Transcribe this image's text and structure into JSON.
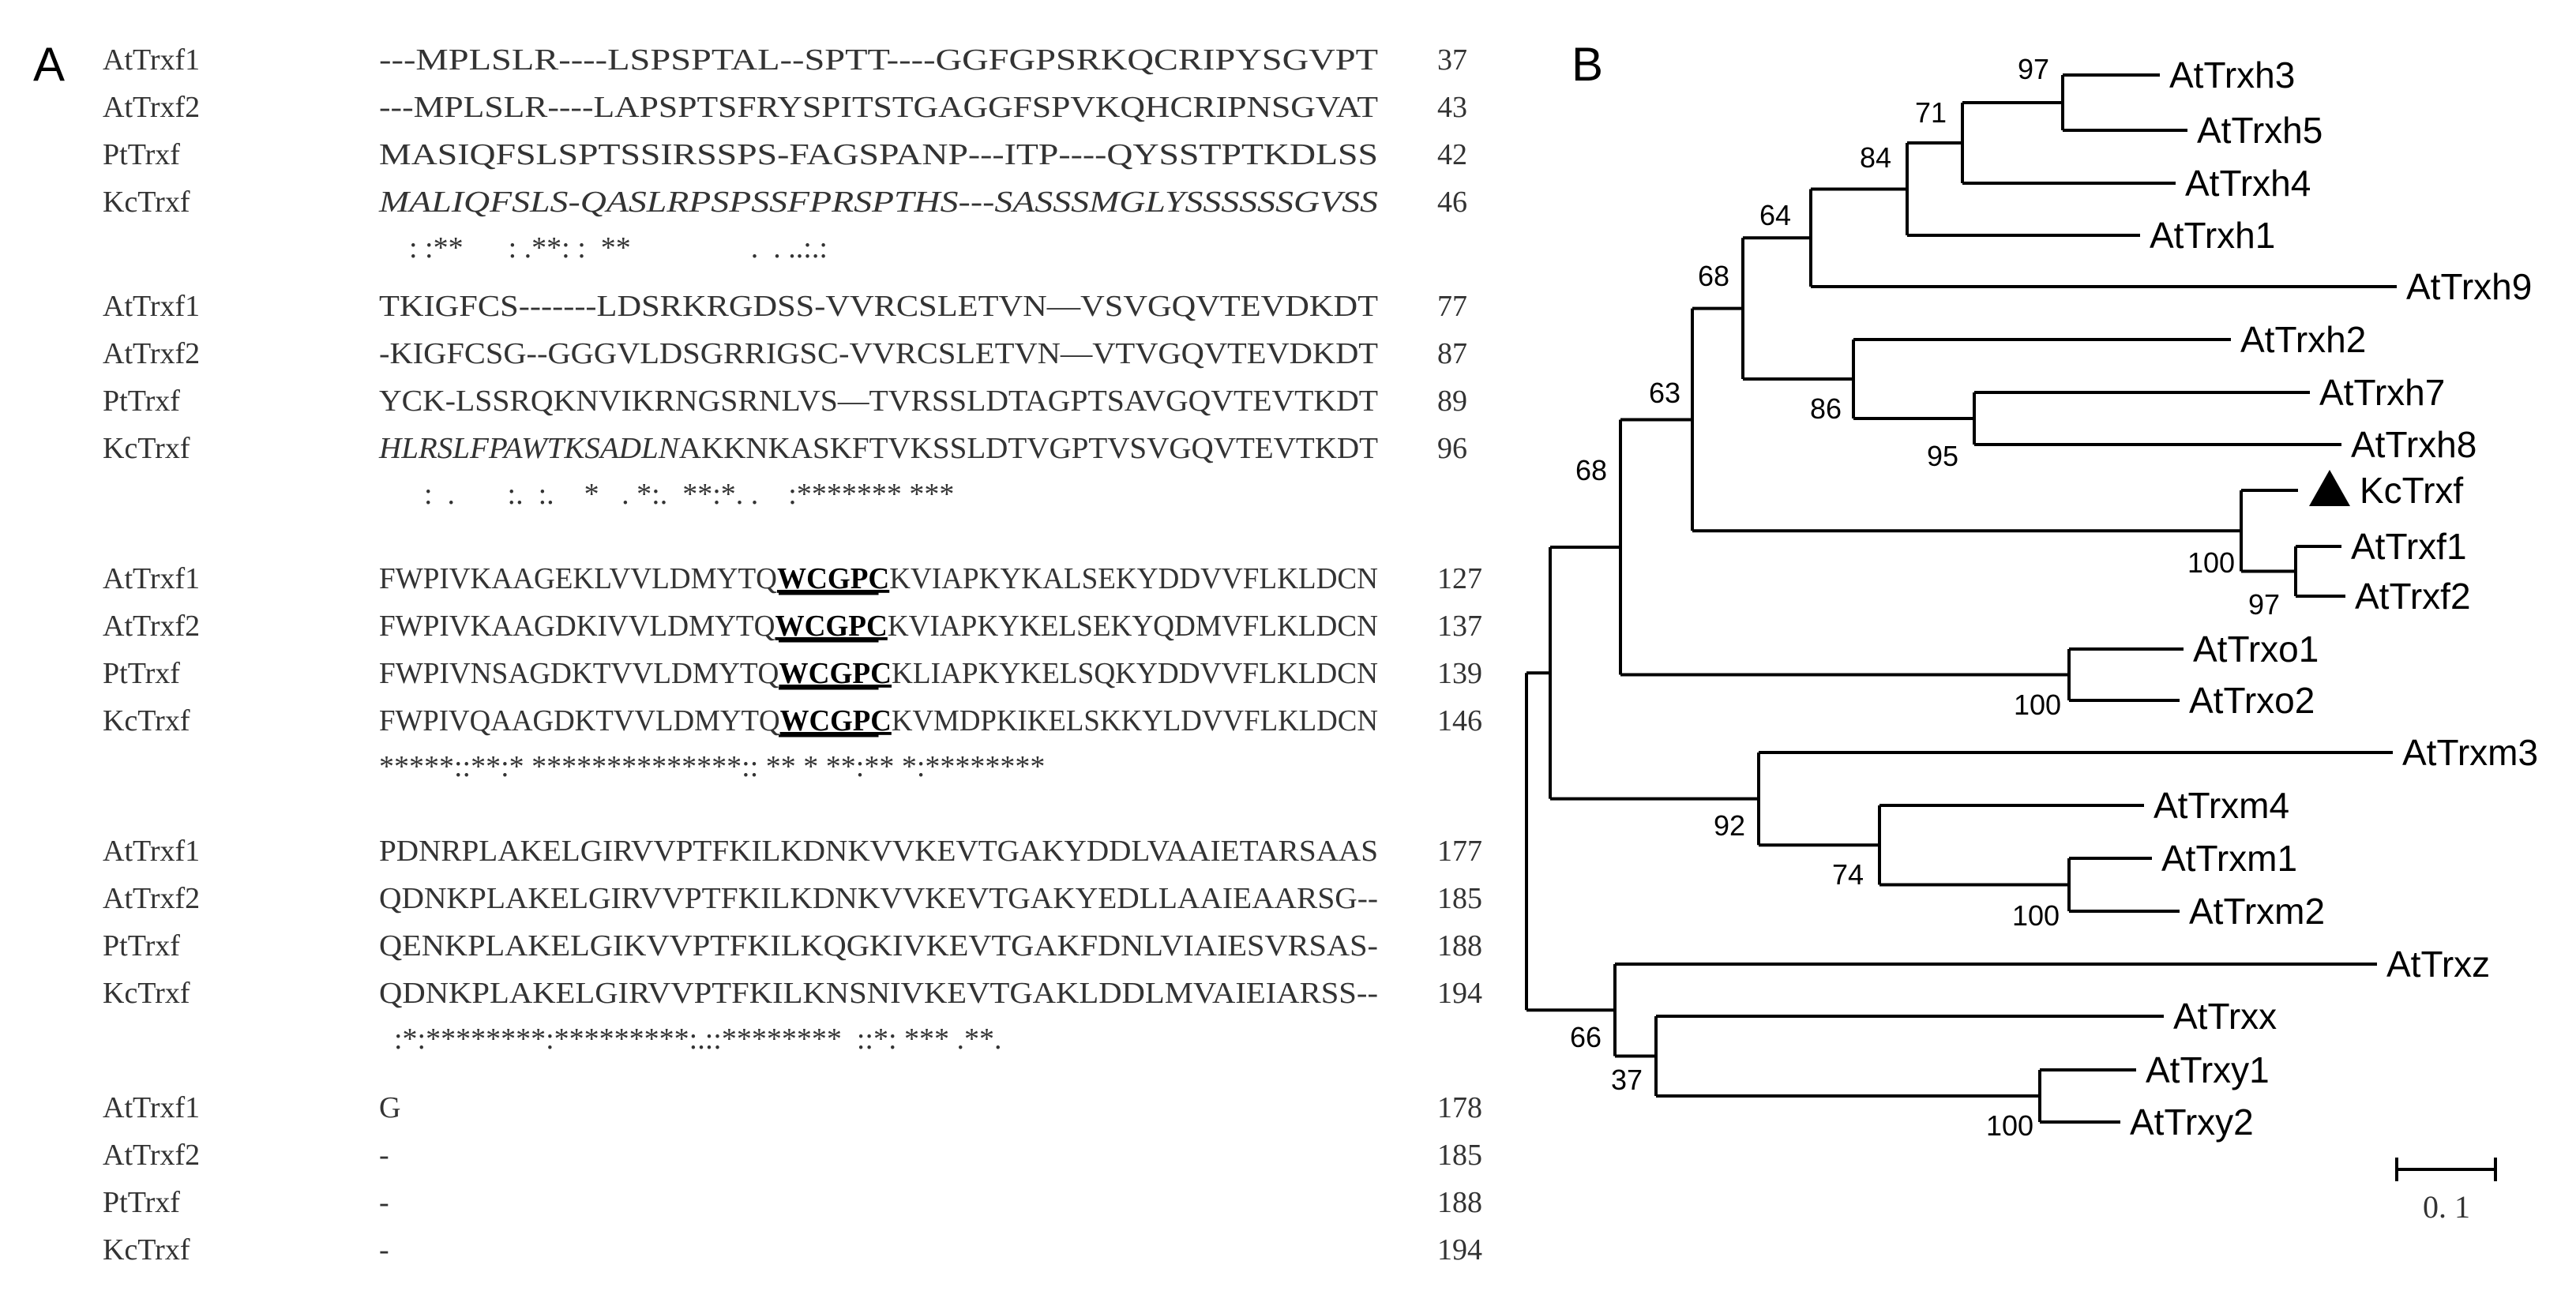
{
  "panel_a": {
    "letter": "A",
    "blocks": [
      {
        "rows": [
          {
            "name": "AtTrxf1",
            "seq": "---MPLSLR----LSPSPTAL--SPTT----GGFGPSRKQCRIPYSGVPT",
            "num": "37"
          },
          {
            "name": "AtTrxf2",
            "seq": "---MPLSLR----LAPSPTSFRYSPITSTGAGGFSPVKQHCRIPNSGVAT",
            "num": "43"
          },
          {
            "name": "PtTrxf",
            "seq": "MASIQFSLSPTSSIRSSPS-FAGSPANP---ITP----QYSSTPTKDLSS",
            "num": "42"
          },
          {
            "name": "KcTrxf",
            "seq": "MALIQFSLS-QASLRPSPSSFPRSPTHS---SASSSMGLYSSSSSSGVSS",
            "num": "46",
            "italic_all": true
          }
        ],
        "consensus": "    : :**      : .**: :  **                .  . ..:.:"
      },
      {
        "rows": [
          {
            "name": "AtTrxf1",
            "seq": "TKIGFCS-------LDSRKRGDSS-VVRCSLETVN—VSVGQVTEVDKDT",
            "num": "77"
          },
          {
            "name": "AtTrxf2",
            "seq": "-KIGFCSG--GGGVLDSGRRIGSC-VVRCSLETVN—VTVGQVTEVDKDT",
            "num": "87"
          },
          {
            "name": "PtTrxf",
            "seq": "YCK-LSSRQKNVIKRNGSRNLVS—TVRSSLDTAGPTSAVGQVTEVTKDT",
            "num": "89"
          },
          {
            "name": "KcTrxf",
            "seq": "HLRSLFPAWTKSADLNAKKNKASKFTVKSSLDTVGPTVSVGQVTEVTKDT",
            "num": "96",
            "italic_prefix": 16
          }
        ],
        "consensus": "      :  .       :.  :.    *   . *:.  **:*. .    :******* ***"
      },
      {
        "rows": [
          {
            "name": "AtTrxf1",
            "seq": "FWPIVKAAGEKLVVLDMYTQWCGPCKVIAPKYKALSEKYDDVVFLKLDCN",
            "num": "127"
          },
          {
            "name": "AtTrxf2",
            "seq": "FWPIVKAAGDKIVVLDMYTQWCGPCKVIAPKYKELSEKYQDMVFLKLDCN",
            "num": "137"
          },
          {
            "name": "PtTrxf",
            "seq": "FWPIVNSAGDKTVVLDMYTQWCGPCKLIAPKYKELSQKYDDVVFLKLDCN",
            "num": "139"
          },
          {
            "name": "KcTrxf",
            "seq": "FWPIVQAAGDKTVVLDMYTQWCGPCKVMDPKIKELSKKYLDVVFLKLDCN",
            "num": "146"
          }
        ],
        "motif": "WCGPC",
        "consensus": "*****::**:* **************:: ** * **:** *:********"
      },
      {
        "rows": [
          {
            "name": "AtTrxf1",
            "seq": "PDNRPLAKELGIRVVPTFKILKDNKVVKEVTGAKYDDLVAAIETARSAAS",
            "num": "177"
          },
          {
            "name": "AtTrxf2",
            "seq": "QDNKPLAKELGIRVVPTFKILKDNKVVKEVTGAKYEDLLAAIEAARSG--",
            "num": "185"
          },
          {
            "name": "PtTrxf",
            "seq": "QENKPLAKELGIKVVPTFKILKQGKIVKEVTGAKFDNLVIAIESVRSAS-",
            "num": "188"
          },
          {
            "name": "KcTrxf",
            "seq": "QDNKPLAKELGIRVVPTFKILKNSNIVKEVTGAKLDDLMVAIEIARSS--",
            "num": "194"
          }
        ],
        "consensus": "  :*:********:*********:.::********  ::*: *** .**."
      },
      {
        "rows": [
          {
            "name": "AtTrxf1",
            "seq": "G",
            "num": "178"
          },
          {
            "name": "AtTrxf2",
            "seq": "-",
            "num": "185"
          },
          {
            "name": "PtTrxf",
            "seq": "-",
            "num": "188"
          },
          {
            "name": "KcTrxf",
            "seq": "-",
            "num": "194"
          }
        ]
      }
    ]
  },
  "panel_b": {
    "letter": "B",
    "leaves": [
      {
        "id": "h3",
        "label": "AtTrxh3"
      },
      {
        "id": "h5",
        "label": "AtTrxh5"
      },
      {
        "id": "h4",
        "label": "AtTrxh4"
      },
      {
        "id": "h1",
        "label": "AtTrxh1"
      },
      {
        "id": "h9",
        "label": "AtTrxh9"
      },
      {
        "id": "h2",
        "label": "AtTrxh2"
      },
      {
        "id": "h7",
        "label": "AtTrxh7"
      },
      {
        "id": "h8",
        "label": "AtTrxh8"
      },
      {
        "id": "kc",
        "label": "KcTrxf",
        "marker": "triangle"
      },
      {
        "id": "f1",
        "label": "AtTrxf1"
      },
      {
        "id": "f2",
        "label": "AtTrxf2"
      },
      {
        "id": "o1",
        "label": "AtTrxo1"
      },
      {
        "id": "o2",
        "label": "AtTrxo2"
      },
      {
        "id": "m3",
        "label": "AtTrxm3"
      },
      {
        "id": "m4",
        "label": "AtTrxm4"
      },
      {
        "id": "m1",
        "label": "AtTrxm1"
      },
      {
        "id": "m2",
        "label": "AtTrxm2"
      },
      {
        "id": "z",
        "label": "AtTrxz"
      },
      {
        "id": "x",
        "label": "AtTrxx"
      },
      {
        "id": "y1",
        "label": "AtTrxy1"
      },
      {
        "id": "y2",
        "label": "AtTrxy2"
      }
    ],
    "bootstrap": [
      {
        "node": "h3h5",
        "value": "97"
      },
      {
        "node": "h3h5h4",
        "value": "71"
      },
      {
        "node": "h3h5h4h1",
        "value": "84"
      },
      {
        "node": "h_main",
        "value": "64"
      },
      {
        "node": "h_all",
        "value": "68"
      },
      {
        "node": "h7h8",
        "value": "95"
      },
      {
        "node": "h2h7h8",
        "value": "86"
      },
      {
        "node": "h_f",
        "value": "63"
      },
      {
        "node": "f1f2",
        "value": "97"
      },
      {
        "node": "kcf",
        "value": "100"
      },
      {
        "node": "o1o2",
        "value": "100"
      },
      {
        "node": "hfo",
        "value": "68"
      },
      {
        "node": "m1m2",
        "value": "100"
      },
      {
        "node": "m4m12",
        "value": "74"
      },
      {
        "node": "m_all",
        "value": "92"
      },
      {
        "node": "y1y2",
        "value": "100"
      },
      {
        "node": "xy",
        "value": "37"
      },
      {
        "node": "zxy",
        "value": "66"
      }
    ],
    "scale_label": "0. 1"
  }
}
